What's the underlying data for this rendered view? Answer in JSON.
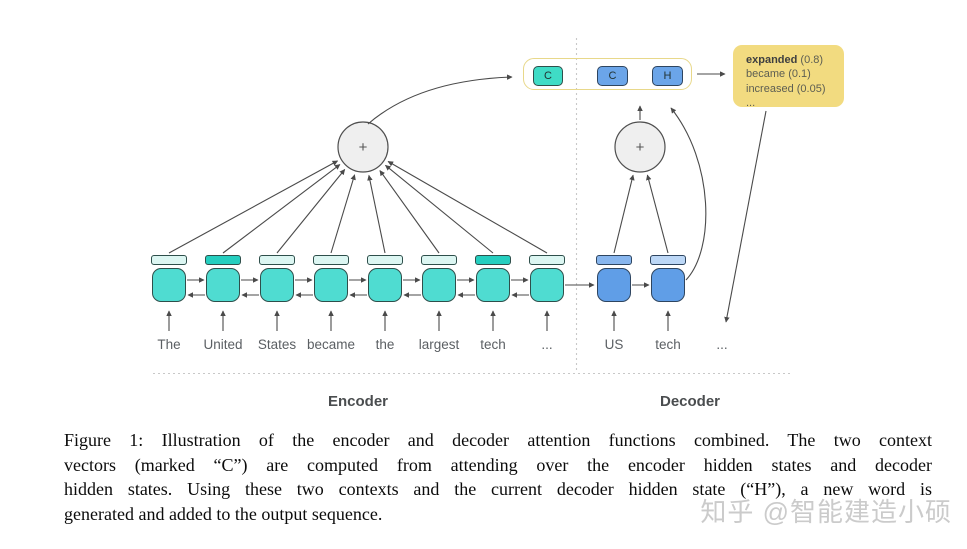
{
  "diagram": {
    "plus": "+",
    "context_boxes": [
      {
        "label": "C",
        "style": "teal"
      },
      {
        "label": "C",
        "style": "blue"
      },
      {
        "label": "H",
        "style": "blue"
      }
    ],
    "prediction": {
      "top_word": "expanded",
      "top_prob": "(0.8)",
      "rest": [
        "became (0.1)",
        "increased (0.05)",
        "..."
      ]
    },
    "encoder": {
      "label": "Encoder",
      "tokens": [
        "The",
        "United",
        "States",
        "became",
        "the",
        "largest",
        "tech",
        "..."
      ],
      "attention": [
        "low",
        "high",
        "low",
        "low",
        "low",
        "low",
        "high",
        "low"
      ]
    },
    "decoder": {
      "label": "Decoder",
      "tokens": [
        "US",
        "tech"
      ],
      "attention": [
        "medium",
        "low"
      ],
      "next_token_placeholder": "..."
    },
    "colors": {
      "encoder_cell": "#4fdcd1",
      "encoder_bar_low": "#dcf6f2",
      "encoder_bar_high": "#25cebf",
      "decoder_cell": "#609ee7",
      "decoder_bar_medium": "#88b6ee",
      "decoder_bar_low": "#bcd7f6",
      "context_teal": "#3fdcc6",
      "context_blue": "#6ba5e9",
      "prediction_bg": "#f2db80",
      "highlight_border": "#e8d88a",
      "plus_circle_fill": "#efefef",
      "arrow": "#4a4a4a",
      "dotted_line": "#c8c8c8"
    }
  },
  "caption": {
    "lines": [
      "Figure 1: Illustration of the encoder and decoder attention functions combined. The two context",
      "vectors (marked “C”) are computed from attending over the encoder hidden states and decoder",
      "hidden states. Using these two contexts and the current decoder hidden state (“H”), a new word is",
      "generated and added to the output sequence."
    ]
  },
  "watermark": "知乎 @智能建造小硕"
}
